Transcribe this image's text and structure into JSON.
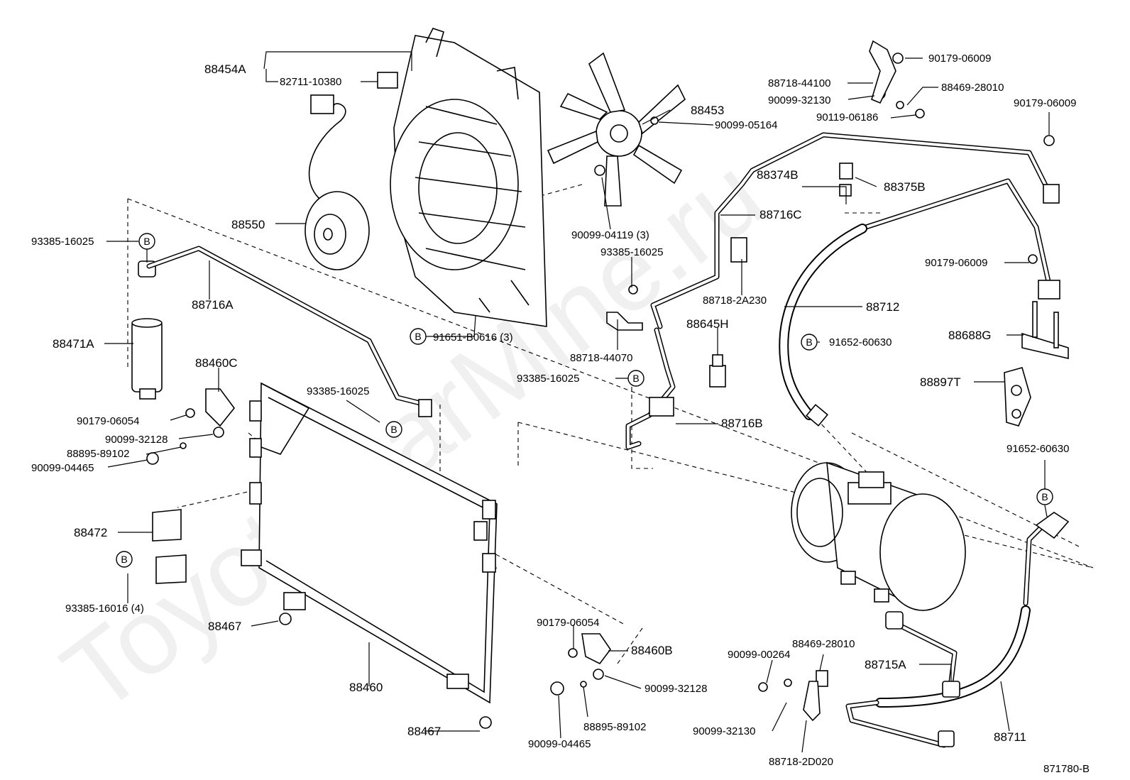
{
  "watermark": "ToyotaCarMine.ru",
  "ref_code": "871780-B",
  "badge_letter": "B",
  "labels": {
    "p88454A": "88454A",
    "p82711": "82711-10380",
    "p88550": "88550",
    "p88453": "88453",
    "p90099_05164": "90099-05164",
    "p90099_04119": "90099-04119 (3)",
    "p91651": "91651-B0616 (3)",
    "p93385_a": "93385-16025",
    "p88716A": "88716A",
    "p88471A": "88471A",
    "p88460C": "88460C",
    "p93385_b": "93385-16025",
    "p90179_06054_a": "90179-06054",
    "p90099_32128_a": "90099-32128",
    "p88895_a": "88895-89102",
    "p90099_04465_a": "90099-04465",
    "p88472": "88472",
    "p93385_16016": "93385-16016 (4)",
    "p88467_a": "88467",
    "p88460": "88460",
    "p88467_b": "88467",
    "p90179_06054_b": "90179-06054",
    "p88460B": "88460B",
    "p90099_32128_b": "90099-32128",
    "p88895_b": "88895-89102",
    "p90099_04465_b": "90099-04465",
    "p93385_c": "93385-16025",
    "p88718_44070": "88718-44070",
    "p93385_d": "93385-16025",
    "p88645H": "88645H",
    "p88716B": "88716B",
    "p88716C": "88716C",
    "p88718_2A230": "88718-2A230",
    "p88374B": "88374B",
    "p88375B": "88375B",
    "p88712": "88712",
    "p91652_a": "91652-60630",
    "p88718_44100": "88718-44100",
    "p90179_06009_a": "90179-06009",
    "p88469_28010_a": "88469-28010",
    "p90099_32130_a": "90099-32130",
    "p90119_06186": "90119-06186",
    "p90179_06009_b": "90179-06009",
    "p90179_06009_c": "90179-06009",
    "p88688G": "88688G",
    "p88897T": "88897T",
    "p91652_b": "91652-60630",
    "p88715A": "88715A",
    "p88711": "88711",
    "p90099_00264": "90099-00264",
    "p88469_28010_b": "88469-28010",
    "p90099_32130_b": "90099-32130",
    "p88718_2D020": "88718-2D020"
  }
}
